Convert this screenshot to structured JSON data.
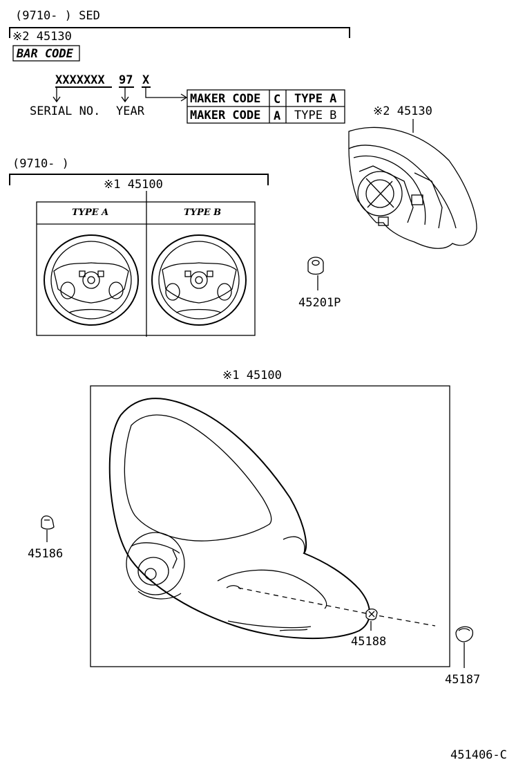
{
  "header": {
    "date_range_sed": "(9710-      ) SED",
    "note_part": "※2 45130",
    "barcode_label": "BAR CODE"
  },
  "barcode": {
    "serial_code": "XXXXXXX",
    "year_code": "97",
    "maker_code": "X",
    "serial_label": "SERIAL NO.",
    "year_label": "YEAR"
  },
  "maker_table": [
    {
      "label": "MAKER CODE",
      "code": "C",
      "type": "TYPE A"
    },
    {
      "label": "MAKER CODE",
      "code": "A",
      "type": "TYPE B"
    }
  ],
  "airbag": {
    "callout": "※2 45130"
  },
  "types_panel": {
    "date_range": "(9710-      )",
    "callout": "※1 45100",
    "type_a": "TYPE A",
    "type_b": "TYPE B"
  },
  "parts": {
    "p45201p": "45201P",
    "main_callout": "※1  45100",
    "p45186": "45186",
    "p45188": "45188",
    "p45187": "45187"
  },
  "figure_id": "451406-C"
}
